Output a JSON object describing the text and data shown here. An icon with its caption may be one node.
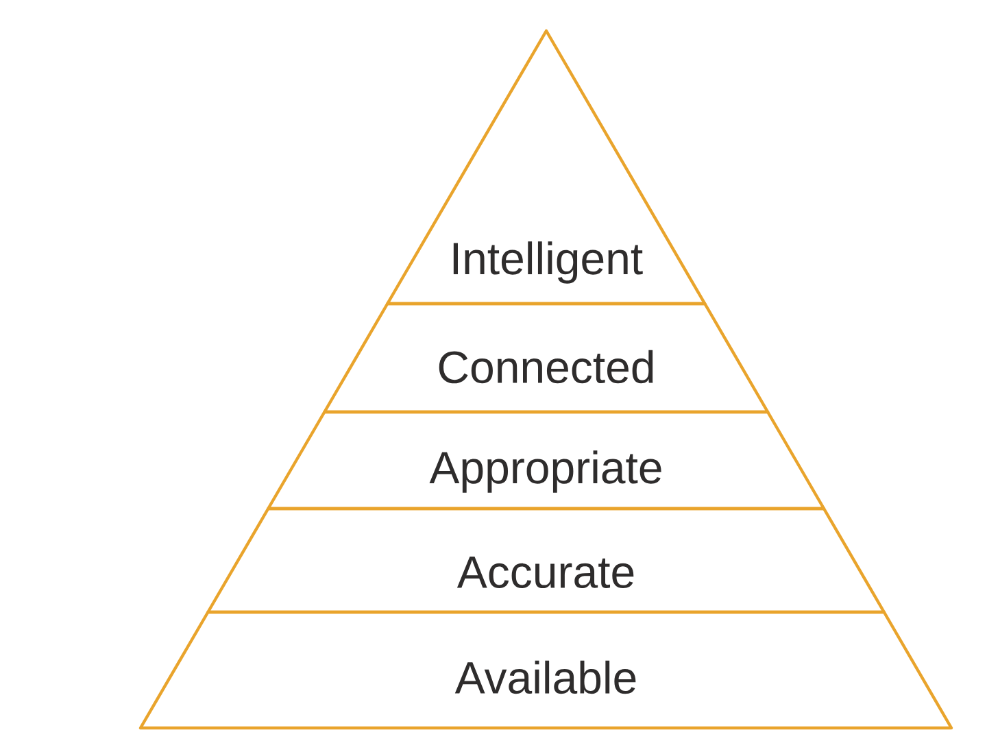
{
  "diagram": {
    "nodes": [
      {
        "text": [
          "Intelligent"
        ]
      },
      {
        "text": [
          "Connected"
        ]
      },
      {
        "text": [
          "Appropriate"
        ]
      },
      {
        "text": [
          "Accurate"
        ]
      },
      {
        "text": [
          "Available"
        ]
      }
    ]
  }
}
